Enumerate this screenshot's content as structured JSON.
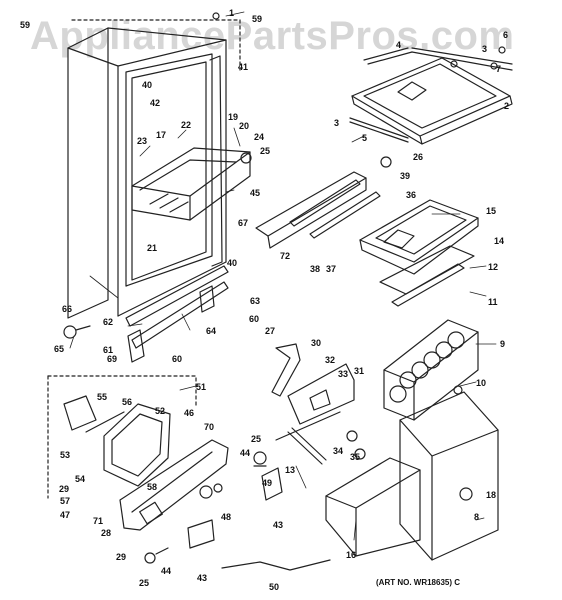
{
  "watermark": "AppliancePartsPros.com",
  "art_number": "(ART NO. WR18635) C",
  "callouts": [
    "59",
    "1",
    "59",
    "4",
    "3",
    "6",
    "7",
    "2",
    "40",
    "41",
    "42",
    "3",
    "5",
    "22",
    "17",
    "19",
    "20",
    "23",
    "24",
    "25",
    "26",
    "39",
    "36",
    "45",
    "15",
    "67",
    "14",
    "21",
    "40",
    "72",
    "38",
    "37",
    "12",
    "63",
    "66",
    "11",
    "62",
    "60",
    "64",
    "65",
    "61",
    "69",
    "60",
    "9",
    "27",
    "30",
    "32",
    "33",
    "31",
    "10",
    "51",
    "55",
    "56",
    "52",
    "46",
    "70",
    "53",
    "25",
    "44",
    "54",
    "29",
    "57",
    "58",
    "49",
    "13",
    "34",
    "35",
    "18",
    "47",
    "71",
    "28",
    "48",
    "43",
    "8",
    "29",
    "44",
    "16",
    "43",
    "25",
    "50"
  ]
}
